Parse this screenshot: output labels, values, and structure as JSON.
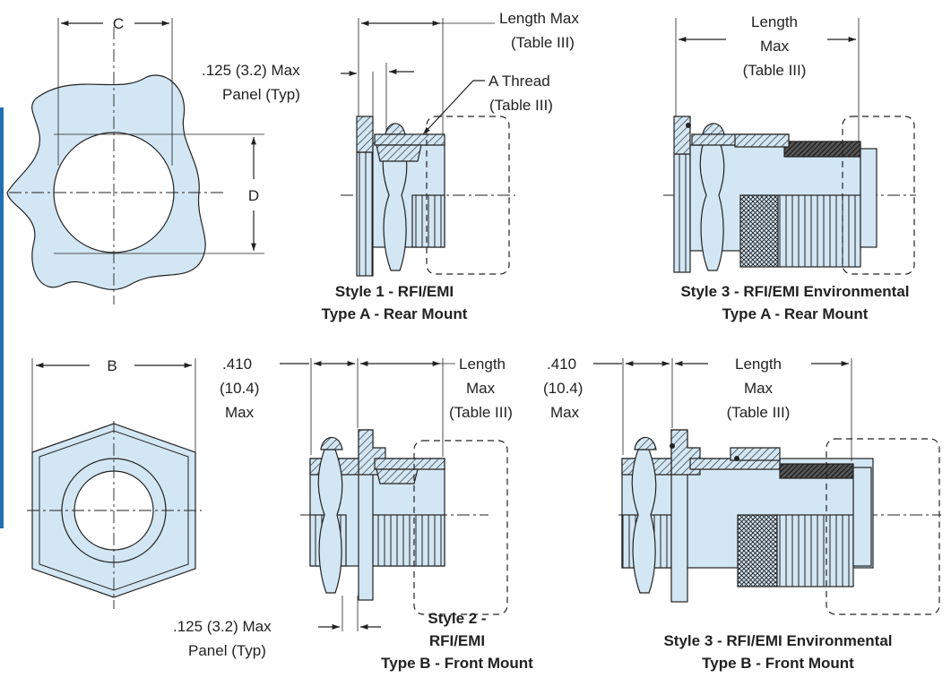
{
  "colors": {
    "fill": "#d3e6f4",
    "ink": "#222222",
    "tab": "#1f6fb2"
  },
  "labels": {
    "c": "C",
    "d": "D",
    "b": "B",
    "panel_top": [
      ".125 (3.2) Max",
      "Panel (Typ)"
    ],
    "length1": [
      "Length Max",
      "(Table III)"
    ],
    "a_thread": [
      "A Thread",
      "(Table III)"
    ],
    "length3a": [
      "Length",
      "Max",
      "(Table III)"
    ],
    "dim410_left": [
      ".410",
      "(10.4)",
      "Max"
    ],
    "length2": [
      "Length",
      "Max",
      "(Table III)"
    ],
    "dim410_right": [
      ".410",
      "(10.4)",
      "Max"
    ],
    "length3b": [
      "Length",
      "Max",
      "(Table III)"
    ],
    "panel_bottom": [
      ".125 (3.2) Max",
      "Panel (Typ)"
    ]
  },
  "captions": {
    "style1": [
      "Style 1 - RFI/EMI",
      "Type A - Rear Mount"
    ],
    "style3a": [
      "Style 3 - RFI/EMI Environmental",
      "Type A - Rear Mount"
    ],
    "style2": [
      "Style 2 -",
      "RFI/EMI",
      "Type B - Front Mount"
    ],
    "style3b": [
      "Style 3 - RFI/EMI Environmental",
      "Type B - Front Mount"
    ]
  }
}
